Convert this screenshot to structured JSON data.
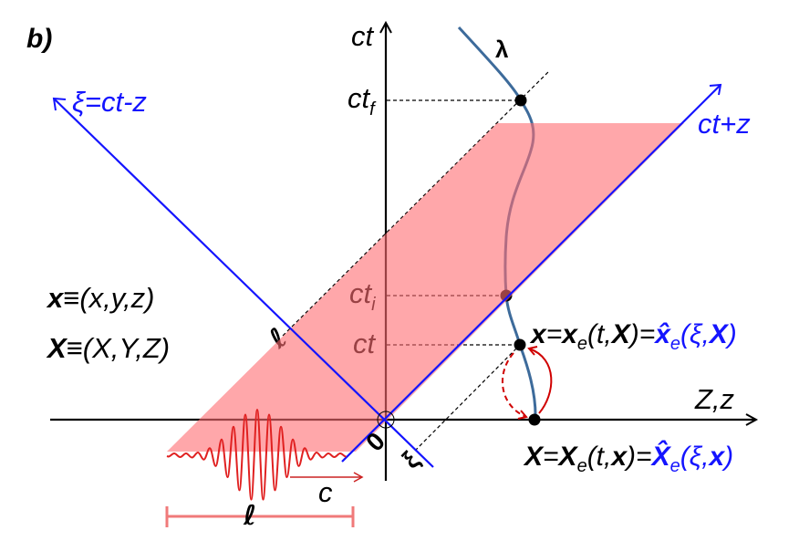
{
  "figure": {
    "panel_label": "b)",
    "axes": {
      "ct": {
        "label": "ct"
      },
      "z": {
        "label": "Z,z"
      },
      "xi": {
        "label": "ξ=ct-z"
      },
      "ct_plus_z": {
        "label": "ct+z"
      }
    },
    "worldline": {
      "label": "λ"
    },
    "time_markers": {
      "ct_f": {
        "base": "ct",
        "sub": "f"
      },
      "ct_i": {
        "base": "ct",
        "sub": "i"
      },
      "ct": {
        "base": "ct"
      }
    },
    "definitions": {
      "lower": {
        "symbol": "x",
        "rest": "≡(x,y,z)"
      },
      "upper": {
        "symbol": "X",
        "rest": "≡(X,Y,Z)"
      }
    },
    "eulerian_eq": [
      "x",
      "=",
      "x",
      "e",
      "(t,",
      "X",
      ")=",
      "x̂",
      "e",
      "(ξ,",
      "X",
      ")"
    ],
    "lagrangian_eq": [
      "X",
      "=",
      "X",
      "e",
      "(t,",
      "x",
      ")=",
      "X̂",
      "e",
      "(ξ,",
      "x",
      ")"
    ],
    "xi_axis_marks": {
      "origin": "0",
      "xi": "ξ"
    },
    "pulse": {
      "length_label_tilted": "ℓ",
      "speed_label": "c",
      "length_label": "ℓ"
    },
    "colors": {
      "pink_band": "#ffa7aa",
      "light_cone_axes": "#1414ff",
      "worldline": "#3d6b9b",
      "pulse": "#e02020",
      "scale_bar": "#f07a7a",
      "text": "#000000"
    }
  }
}
